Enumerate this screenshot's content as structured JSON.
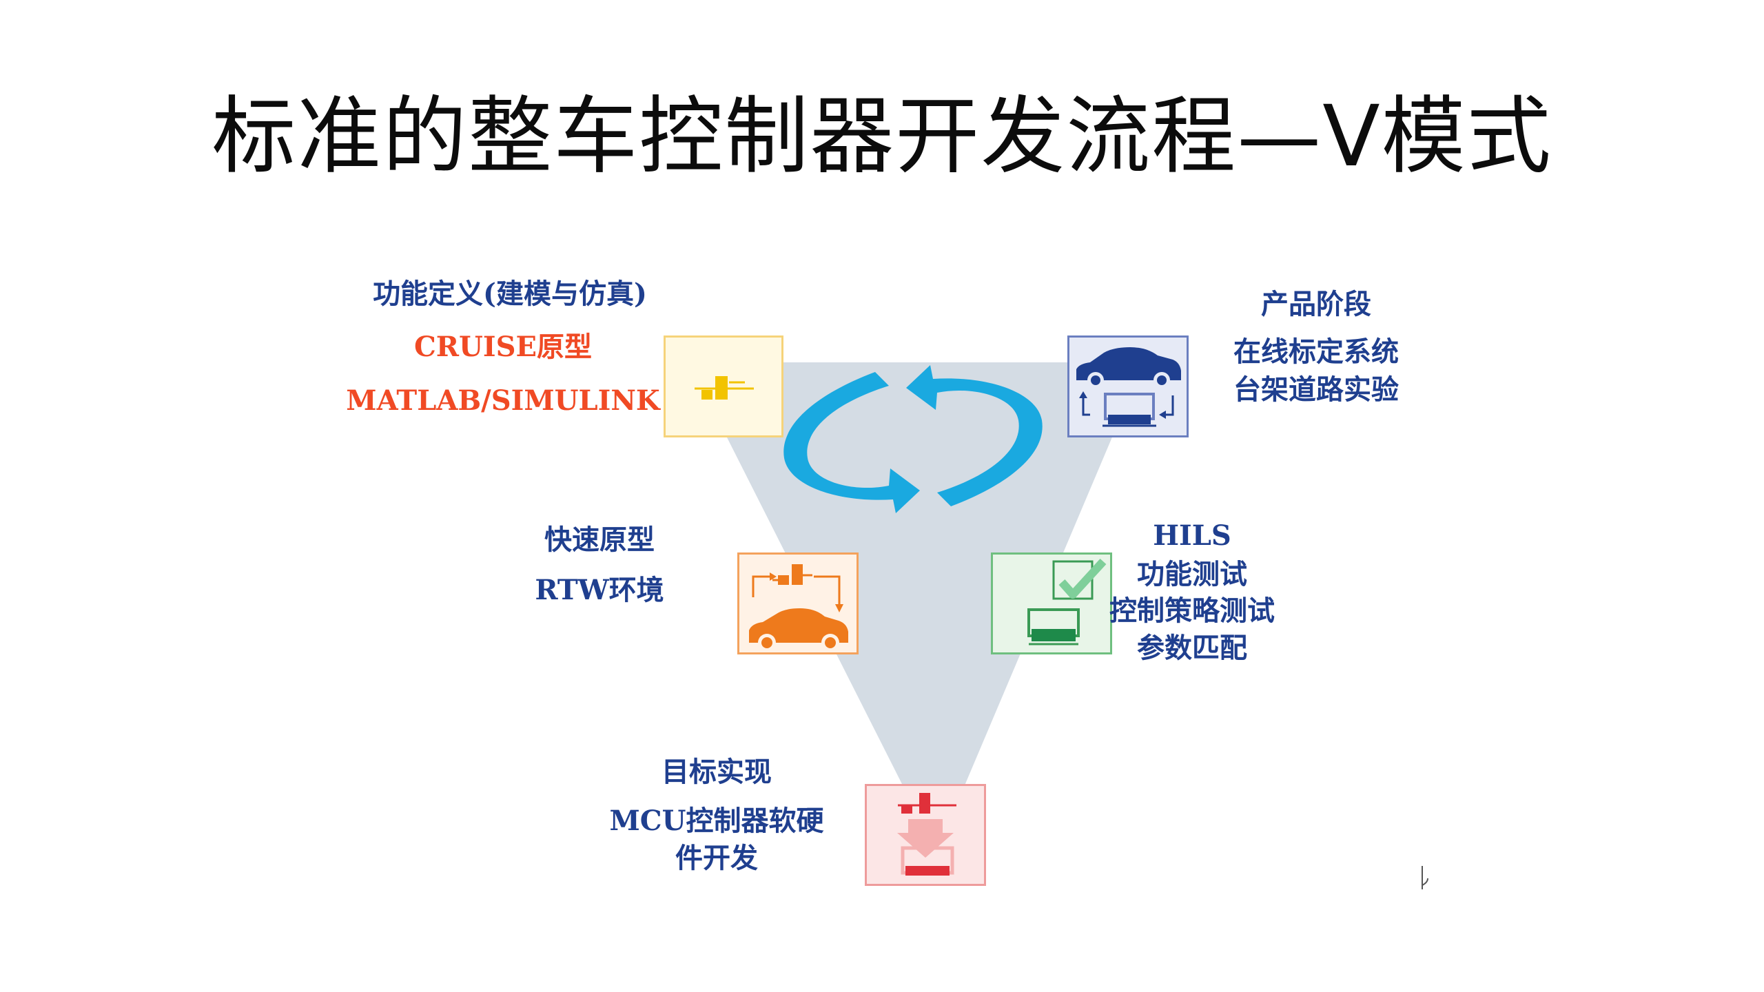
{
  "title": "标准的整车控制器开发流程—V模式",
  "stages": {
    "function_definition": {
      "heading": "功能定义(建模与仿真)",
      "line1": "CRUISE原型",
      "line2": "MATLAB/SIMULINK"
    },
    "rapid_prototype": {
      "line1": "快速原型",
      "line2": "RTW环境"
    },
    "target_implementation": {
      "line1": "目标实现",
      "line2": "MCU控制器软硬",
      "line3": "件开发"
    },
    "hils": {
      "line1": "HILS",
      "line2": "功能测试",
      "line3": "控制策略测试",
      "line4": "参数匹配"
    },
    "product_stage": {
      "line1": "产品阶段",
      "line2": "在线标定系统",
      "line3": "台架道路实验"
    }
  },
  "icons": {
    "function_definition": "control-block-icon",
    "rapid_prototype": "car-prototype-loop-icon",
    "target_implementation": "download-to-chip-icon",
    "hils": "hardware-check-icon",
    "product_stage": "car-loop-icon",
    "cycle": "circular-arrows-icon"
  },
  "colors": {
    "blue_text": "#1f3f8f",
    "red_text": "#f04a24",
    "triangle": "#d4dce4",
    "arrow": "#1aa9e0",
    "yellow": "#f2c300",
    "orange": "#ee7a1c",
    "red": "#e0303a",
    "green": "#3a9a55",
    "navy": "#1f3f8f"
  }
}
